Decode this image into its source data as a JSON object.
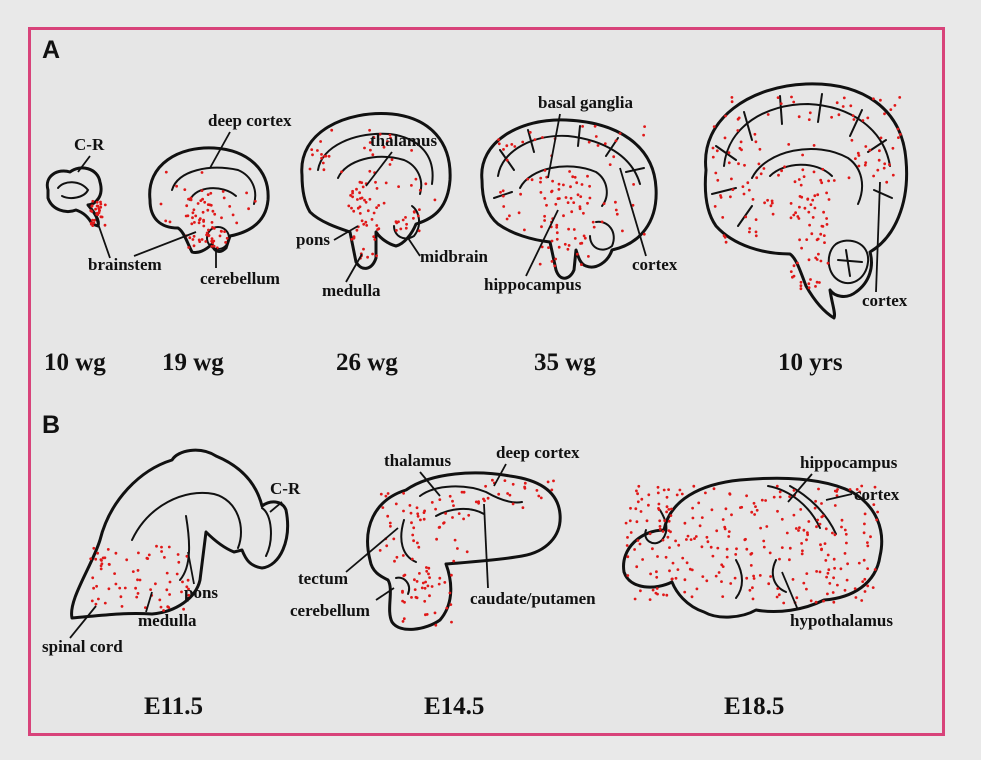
{
  "panels": {
    "a": {
      "letter": "A",
      "stages": [
        {
          "label": "10 wg",
          "structures": [
            "C-R",
            "brainstem"
          ]
        },
        {
          "label": "19 wg",
          "structures": [
            "deep cortex",
            "brainstem",
            "cerebellum"
          ]
        },
        {
          "label": "26 wg",
          "structures": [
            "thalamus",
            "pons",
            "medulla",
            "midbrain"
          ]
        },
        {
          "label": "35 wg",
          "structures": [
            "basal ganglia",
            "hippocampus",
            "cortex"
          ]
        },
        {
          "label": "10 yrs",
          "structures": [
            "cortex"
          ]
        }
      ]
    },
    "b": {
      "letter": "B",
      "stages": [
        {
          "label": "E11.5",
          "structures": [
            "C-R",
            "pons",
            "medulla",
            "spinal cord"
          ]
        },
        {
          "label": "E14.5",
          "structures": [
            "thalamus",
            "deep cortex",
            "tectum",
            "cerebellum",
            "caudate/putamen"
          ]
        },
        {
          "label": "E18.5",
          "structures": [
            "hippocampus",
            "cortex",
            "hypothalamus"
          ]
        }
      ]
    }
  },
  "colors": {
    "frame": "#d8437a",
    "dots": "#e01818",
    "background": "#e6e6e6",
    "ink": "#111111"
  }
}
